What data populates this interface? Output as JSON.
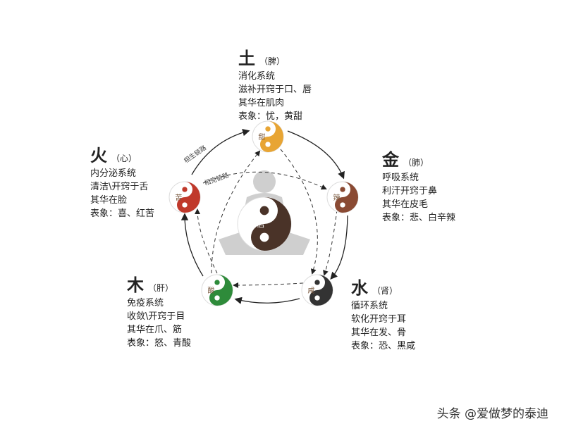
{
  "elements": [
    {
      "id": "earth",
      "char": "土",
      "organ": "（脾）",
      "lines": [
        "消化系统",
        "滋补开窍于口、唇",
        "其华在肌肉",
        "表象：忧，黄甜"
      ],
      "taste": "甜",
      "color": "#e8a534"
    },
    {
      "id": "metal",
      "char": "金",
      "organ": "（肺）",
      "lines": [
        "呼吸系统",
        "利汗开窍于鼻",
        "其华在皮毛",
        "表象：悲、白辛辣"
      ],
      "taste": "辣",
      "color": "#8a4a33"
    },
    {
      "id": "water",
      "char": "水",
      "organ": "（肾）",
      "lines": [
        "循环系统",
        "软化开窍于耳",
        "其华在发、骨",
        "表象：恐、黑咸"
      ],
      "taste": "咸",
      "color": "#333333"
    },
    {
      "id": "wood",
      "char": "木",
      "organ": "（肝）",
      "lines": [
        "免疫系统",
        "收敛\\开窍于目",
        "其华在爪、筋",
        "表象：怒、青酸"
      ],
      "taste": "酸",
      "color": "#2e8b3a"
    },
    {
      "id": "fire",
      "char": "火",
      "organ": "（心）",
      "lines": [
        "内分泌系统",
        "清洁\\开窍于舌",
        "其华在脸",
        "表象：喜、红苦"
      ],
      "taste": "苦",
      "color": "#c0392b"
    }
  ],
  "labels": {
    "generating": "相生链路",
    "overcoming": "相克链路",
    "center": "相信"
  },
  "center_color": "#4a3328",
  "watermark": "头条 @爱做梦的泰迪"
}
